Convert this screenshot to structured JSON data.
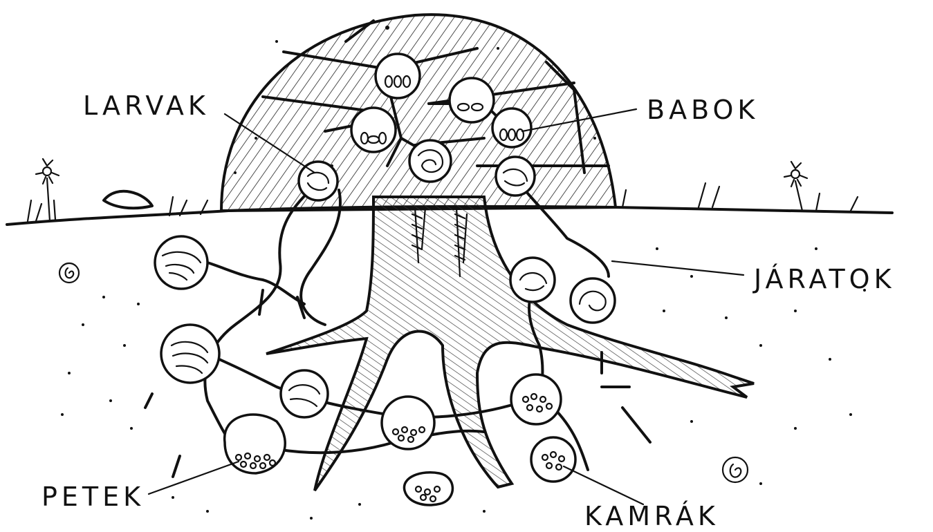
{
  "labels": {
    "larvak": "LARVAK",
    "babok": "BABOK",
    "jaratok": "JÁRATOK",
    "petek": "PETEK",
    "kamrak": "KAMRÁK"
  },
  "colors": {
    "ink": "#111111",
    "background": "#ffffff"
  }
}
